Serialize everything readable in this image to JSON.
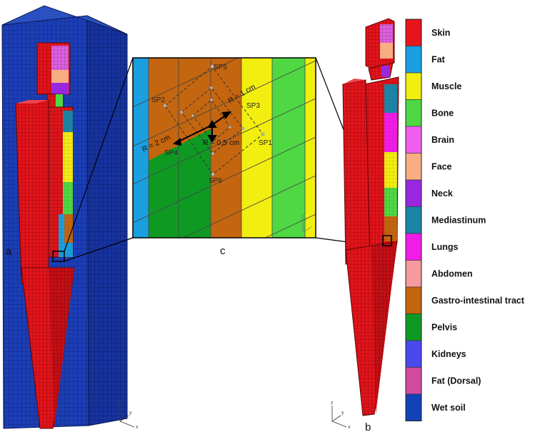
{
  "panels": {
    "a": "a",
    "b": "b",
    "c": "c"
  },
  "legend": [
    {
      "label": "Skin",
      "color": "#e8141c"
    },
    {
      "label": "Fat",
      "color": "#1a9fe0"
    },
    {
      "label": "Muscle",
      "color": "#f2ee10"
    },
    {
      "label": "Bone",
      "color": "#4fd843"
    },
    {
      "label": "Brain",
      "color": "#f05ef0"
    },
    {
      "label": "Face",
      "color": "#f7ae82"
    },
    {
      "label": "Neck",
      "color": "#9a27e0"
    },
    {
      "label": "Mediastinum",
      "color": "#1b86a8"
    },
    {
      "label": "Lungs",
      "color": "#f21ce8"
    },
    {
      "label": "Abdomen",
      "color": "#f59a9d"
    },
    {
      "label": "Gastro-intestinal tract",
      "color": "#c4650f"
    },
    {
      "label": "Pelvis",
      "color": "#0e9a22"
    },
    {
      "label": "Kidneys",
      "color": "#4b49ee"
    },
    {
      "label": "Fat (Dorsal)",
      "color": "#d24aa0"
    },
    {
      "label": "Wet soil",
      "color": "#1342b8"
    }
  ],
  "sensor_points": [
    "SP1",
    "SP2",
    "SP3",
    "SP4",
    "SP5",
    "SP6"
  ],
  "radii": {
    "r1": "R = 1 cm",
    "r2": "R = 2 cm",
    "r05": "R = 0.5 cm"
  },
  "axes": {
    "x": "x",
    "y": "y",
    "z": "z"
  }
}
